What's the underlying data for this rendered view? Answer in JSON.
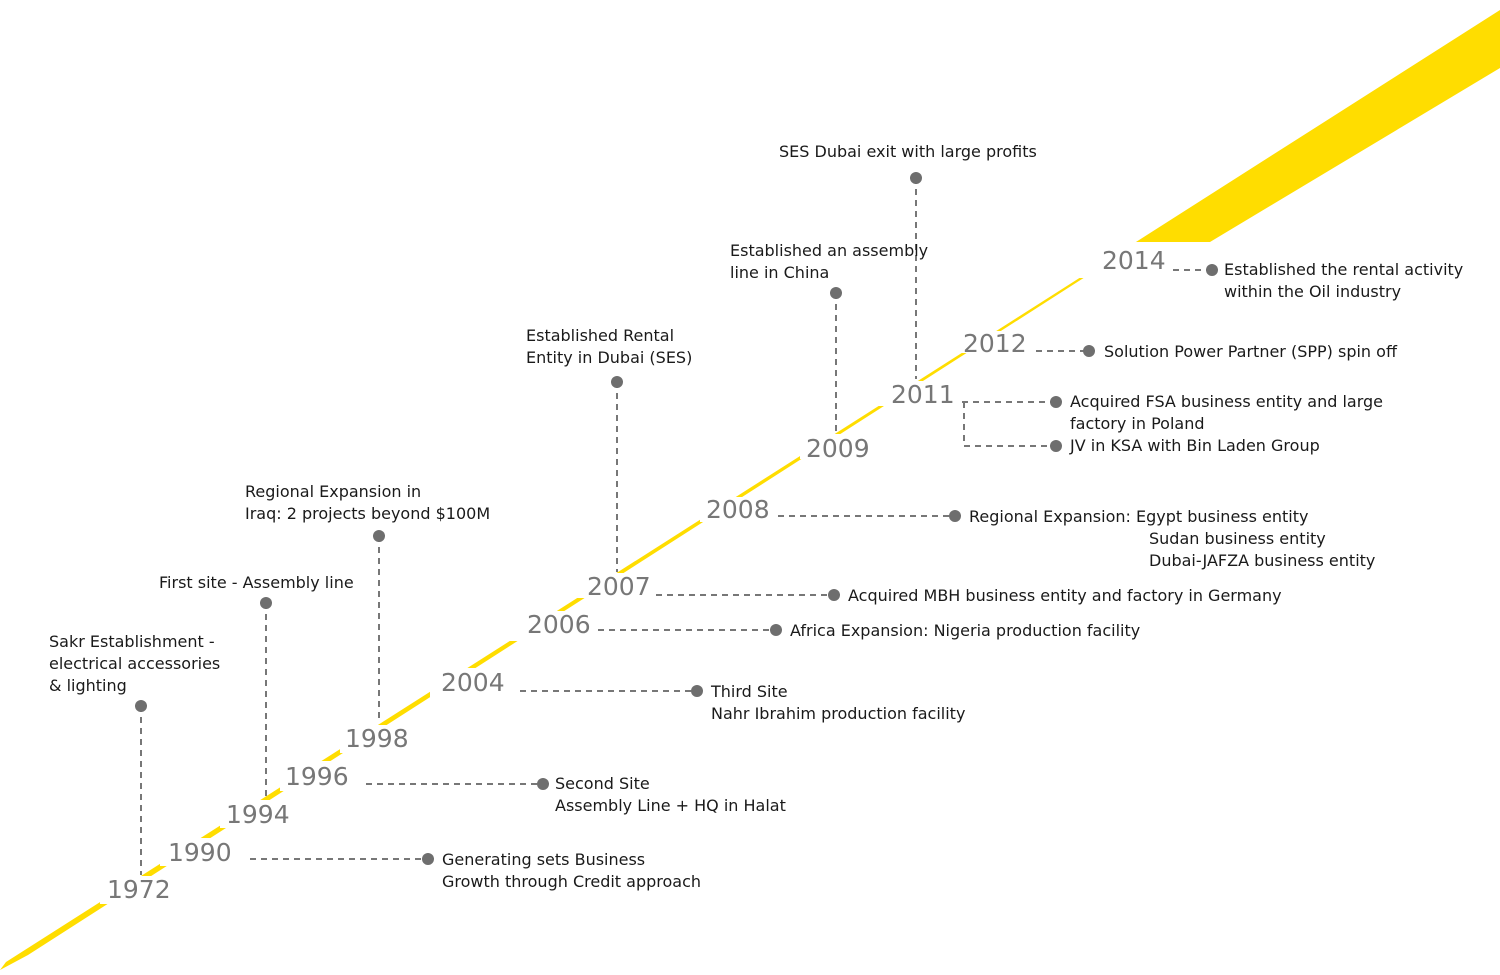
{
  "colors": {
    "band": "#ffdd00",
    "gap": "#ffffff",
    "year": "#777777",
    "connector": "#777777",
    "text": "#1a1a1a"
  },
  "years": [
    "1972",
    "1990",
    "1994",
    "1996",
    "1998",
    "2004",
    "2006",
    "2007",
    "2008",
    "2009",
    "2011",
    "2012",
    "2014"
  ],
  "events": {
    "e1972": [
      "Sakr Establishment -",
      "electrical accessories",
      "& lighting"
    ],
    "e1990": [
      "Generating sets Business",
      "Growth through Credit approach"
    ],
    "e1994": [
      "First site - Assembly line"
    ],
    "e1996": [
      "Second Site",
      "Assembly Line + HQ in Halat"
    ],
    "e1998": [
      "Regional Expansion in",
      "Iraq: 2 projects beyond $100M"
    ],
    "e2004": [
      "Third Site",
      "Nahr Ibrahim production facility"
    ],
    "e2006": [
      "Africa Expansion: Nigeria production facility"
    ],
    "e2007a": [
      "Acquired MBH business entity and factory in Germany"
    ],
    "e2007b": [
      "Established Rental",
      "Entity in Dubai (SES)"
    ],
    "e2008": [
      "Regional Expansion: Egypt business entity",
      "Sudan business entity",
      "Dubai-JAFZA business entity"
    ],
    "e2009": [
      "Established an assembly",
      "line in China"
    ],
    "e2011a": [
      "Acquired FSA business entity and large",
      "factory in Poland"
    ],
    "e2011b": [
      "JV in KSA with Bin Laden Group"
    ],
    "e2011c": [
      "SES Dubai exit with large profits"
    ],
    "e2012": [
      "Solution Power Partner (SPP) spin off"
    ],
    "e2014": [
      "Established the rental activity",
      "within the Oil industry"
    ]
  }
}
